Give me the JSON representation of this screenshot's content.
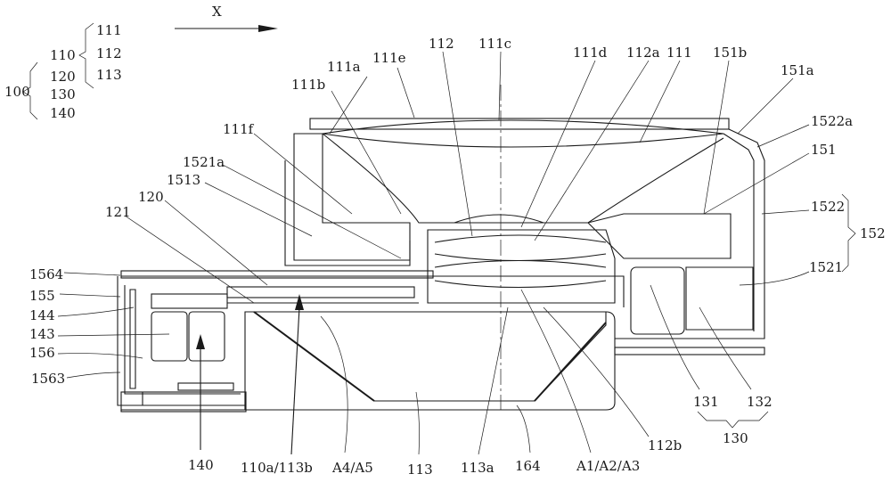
{
  "figure": {
    "direction_label": "X",
    "legend": {
      "root": "100",
      "level1": [
        "110",
        "120",
        "130",
        "140"
      ],
      "level2": [
        "111",
        "112",
        "113"
      ]
    },
    "labels": {
      "l111b": "111b",
      "l111a": "111a",
      "l111e": "111e",
      "l112": "112",
      "l111c": "111c",
      "l111d": "111d",
      "l112a": "112a",
      "l111": "111",
      "l151b": "151b",
      "l151a": "151a",
      "l1522a": "1522a",
      "l151": "151",
      "l1522": "1522",
      "l152": "152",
      "l1521": "1521",
      "l111f": "111f",
      "l1521a": "1521a",
      "l1513": "1513",
      "l120": "120",
      "l121": "121",
      "l1564": "1564",
      "l155": "155",
      "l144": "144",
      "l143": "143",
      "l156": "156",
      "l1563": "1563",
      "l140": "140",
      "l110a113b": "110a/113b",
      "lA4A5": "A4/A5",
      "l113": "113",
      "l113a": "113a",
      "l164": "164",
      "lA1A2A3": "A1/A2/A3",
      "l112b": "112b",
      "l131": "131",
      "l132": "132",
      "l130": "130"
    }
  }
}
